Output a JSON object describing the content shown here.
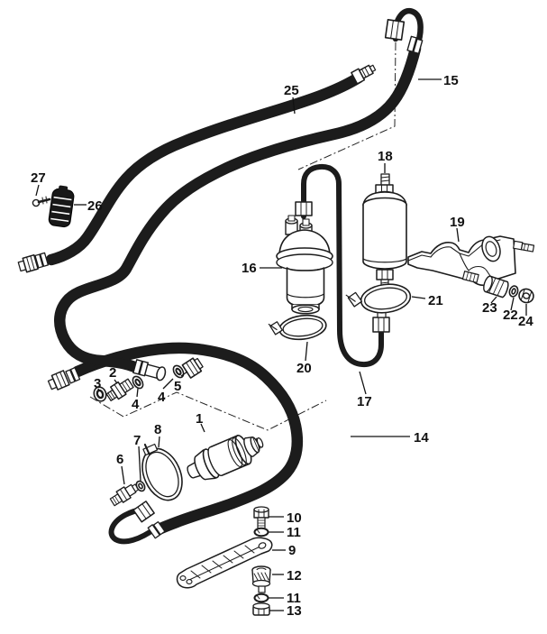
{
  "figure": {
    "kind": "exploded parts diagram",
    "background_color": "#ffffff",
    "ink_color": "#1c1c1c",
    "hose_texture_color": "#8a8a8a"
  },
  "callouts": [
    {
      "label": "1"
    },
    {
      "label": "2"
    },
    {
      "label": "3"
    },
    {
      "label": "4"
    },
    {
      "label": "4"
    },
    {
      "label": "5"
    },
    {
      "label": "6"
    },
    {
      "label": "7"
    },
    {
      "label": "8"
    },
    {
      "label": "9"
    },
    {
      "label": "10"
    },
    {
      "label": "11"
    },
    {
      "label": "11"
    },
    {
      "label": "12"
    },
    {
      "label": "13"
    },
    {
      "label": "14"
    },
    {
      "label": "15"
    },
    {
      "label": "16"
    },
    {
      "label": "17"
    },
    {
      "label": "18"
    },
    {
      "label": "19"
    },
    {
      "label": "20"
    },
    {
      "label": "21"
    },
    {
      "label": "22"
    },
    {
      "label": "23"
    },
    {
      "label": "24"
    },
    {
      "label": "25"
    },
    {
      "label": "26"
    },
    {
      "label": "27"
    }
  ]
}
